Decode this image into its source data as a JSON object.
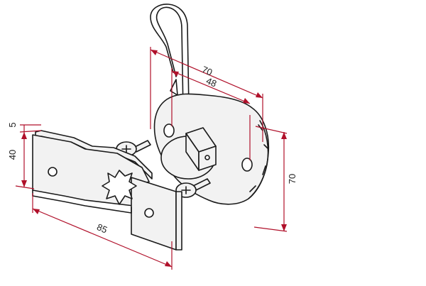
{
  "colors": {
    "outline": "#1a1a1a",
    "dimension": "#b0102a",
    "part_fill": "#f2f2f2",
    "background": "#ffffff"
  },
  "dimensions": {
    "overall_width": "70",
    "hole_spacing": "48",
    "flange_height": "70",
    "bracket_length": "85",
    "bracket_height": "40",
    "bracket_thickness": "5"
  }
}
